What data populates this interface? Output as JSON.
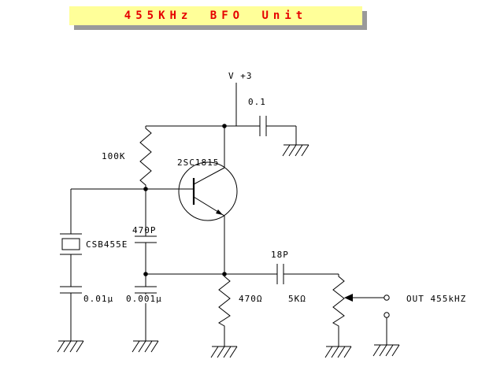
{
  "title": {
    "text": "455KHz BFO Unit"
  },
  "colors": {
    "background": "#FFFFFF",
    "banner_bg": "#FFFF99",
    "banner_shadow": "#9A9A9A",
    "banner_text": "#E60000",
    "line": "#000000"
  },
  "labels": {
    "supply": "V +3",
    "supply_bypass_cap": "0.1",
    "base_resistor": "100K",
    "transistor": "2SC1815",
    "resonator": "CSB455E",
    "feedback_cap": "470P",
    "resonator_bypass_cap": "0.01μ",
    "emitter_bypass_cap": "0.001μ",
    "emitter_resistor": "470Ω",
    "coupling_cap": "18P",
    "output_pot": "5KΩ",
    "output": "OUT 455kHZ"
  }
}
